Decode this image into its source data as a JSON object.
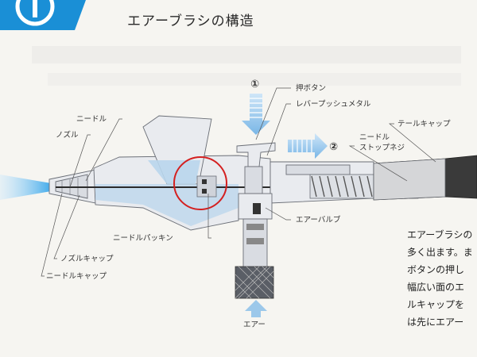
{
  "title": "エアーブラシの構造",
  "labels": {
    "push_button": "押ボタン",
    "lever_push_metal": "レバープッシュメタル",
    "tail_cap": "テールキャップ",
    "needle_stop_1": "ニードル",
    "needle_stop_2": "ストップネジ",
    "needle": "ニードル",
    "nozzle": "ノズル",
    "air_valve": "エアーバルブ",
    "needle_packing": "ニードルパッキン",
    "nozzle_cap": "ノズルキャップ",
    "needle_cap": "ニードルキャップ",
    "air": "エアー",
    "step1": "①",
    "step2": "②"
  },
  "body_text": [
    "エアーブラシの",
    "多く出ます。ま",
    "ボタンの押し",
    "幅広い面のエ",
    "ルキャップを",
    "は先にエアー"
  ],
  "colors": {
    "brand_blue": "#1a8fd6",
    "paint_blue": "#b9d6ec",
    "highlight_circle": "#d42020"
  }
}
